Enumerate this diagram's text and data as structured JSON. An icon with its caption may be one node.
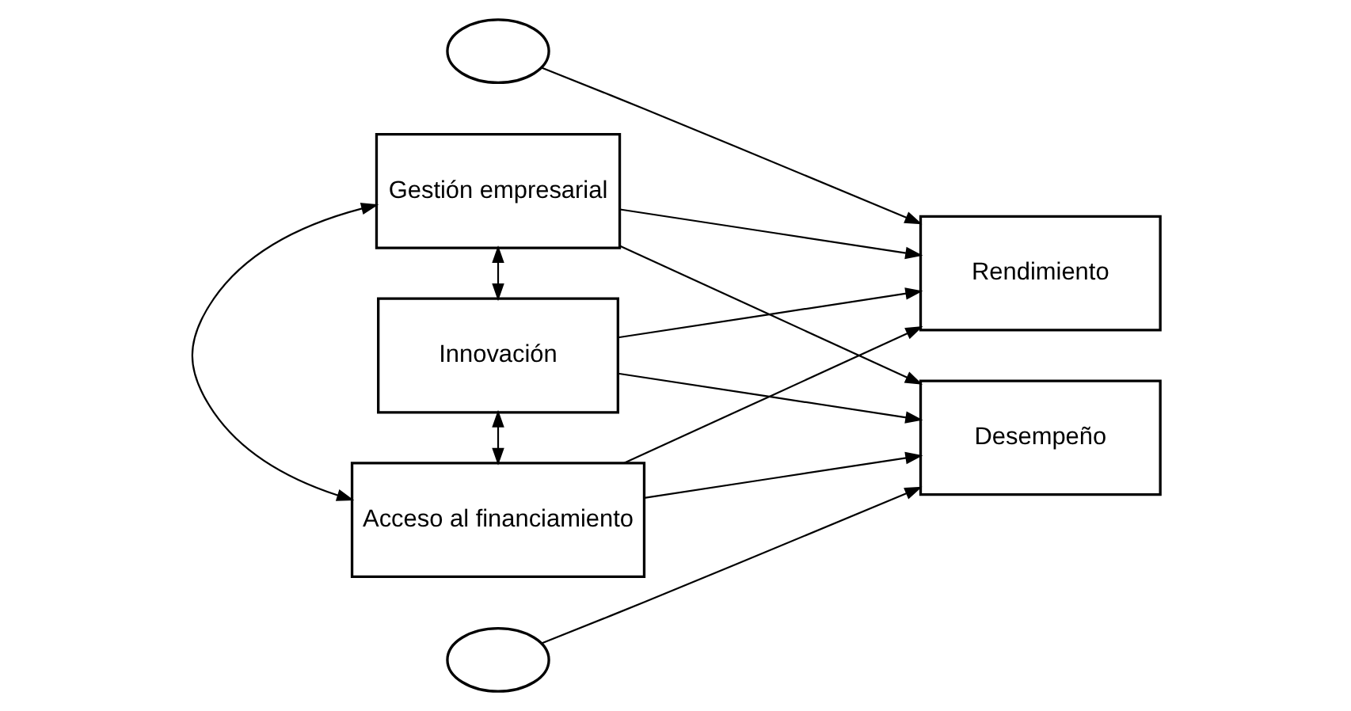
{
  "diagram": {
    "nodes": [
      {
        "text": [
          "Gestión empresarial"
        ]
      },
      {
        "text": [
          "Innovación"
        ]
      },
      {
        "text": [
          "Acceso al financiamiento"
        ]
      },
      {
        "text": [],
        "shape": "circle"
      },
      {
        "text": [
          "Rendimiento"
        ]
      },
      {
        "text": [],
        "shape": "circle"
      },
      {
        "text": [
          "Desempeño"
        ]
      }
    ],
    "edges": [
      {
        "from": 0,
        "to": 4,
        "arrow": "to"
      },
      {
        "from": 0,
        "to": 6,
        "arrow": "to"
      },
      {
        "from": 1,
        "to": 4,
        "arrow": "to"
      },
      {
        "from": 1,
        "to": 6,
        "arrow": "to"
      },
      {
        "from": 2,
        "to": 4,
        "arrow": "to"
      },
      {
        "from": 2,
        "to": 6,
        "arrow": "to"
      },
      {
        "from": 3,
        "to": 4,
        "arrow": "to"
      },
      {
        "from": 5,
        "to": 6,
        "arrow": "to"
      },
      {
        "from": 0,
        "to": 1,
        "arrow": "both"
      },
      {
        "from": 1,
        "to": 2,
        "arrow": "both"
      },
      {
        "from": 0,
        "to": 2,
        "arrow": "both"
      }
    ]
  }
}
